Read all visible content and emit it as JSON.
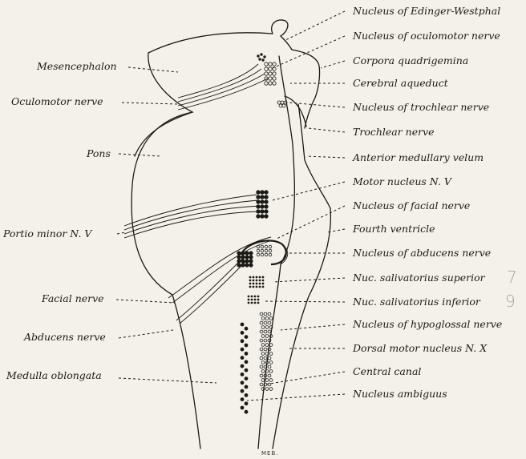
{
  "labels_left": {
    "mesencephalon": "Mesencephalon",
    "oculomotor_nerve": "Oculomotor nerve",
    "pons": "Pons",
    "portio_minor": "Portio minor N. V",
    "facial_nerve": "Facial nerve",
    "abducens_nerve": "Abducens nerve",
    "medulla_oblongata": "Medulla oblongata"
  },
  "labels_right": {
    "edinger_westphal": "Nucleus of Edinger-Westphal",
    "oculomotor_nucleus": "Nucleus of oculomotor nerve",
    "corpora_quadrigemina": "Corpora quadrigemina",
    "cerebral_aqueduct": "Cerebral aqueduct",
    "trochlear_nucleus": "Nucleus of trochlear nerve",
    "trochlear_nerve": "Trochlear nerve",
    "anterior_medullary_velum": "Anterior medullary velum",
    "motor_nucleus_v": "Motor nucleus N. V",
    "facial_nucleus": "Nucleus of facial nerve",
    "fourth_ventricle": "Fourth ventricle",
    "abducens_nucleus": "Nucleus of abducens nerve",
    "salivatorius_superior": "Nuc. salivatorius superior",
    "salivatorius_inferior": "Nuc. salivatorius inferior",
    "hypoglossal_nucleus": "Nucleus of hypoglossal nerve",
    "dorsal_motor_x": "Dorsal motor nucleus N. X",
    "central_canal": "Central canal",
    "nucleus_ambiguus": "Nucleus ambiguus"
  },
  "annotations": {
    "handwritten_7": "7",
    "handwritten_9": "9",
    "artist_initials": "MEB."
  }
}
